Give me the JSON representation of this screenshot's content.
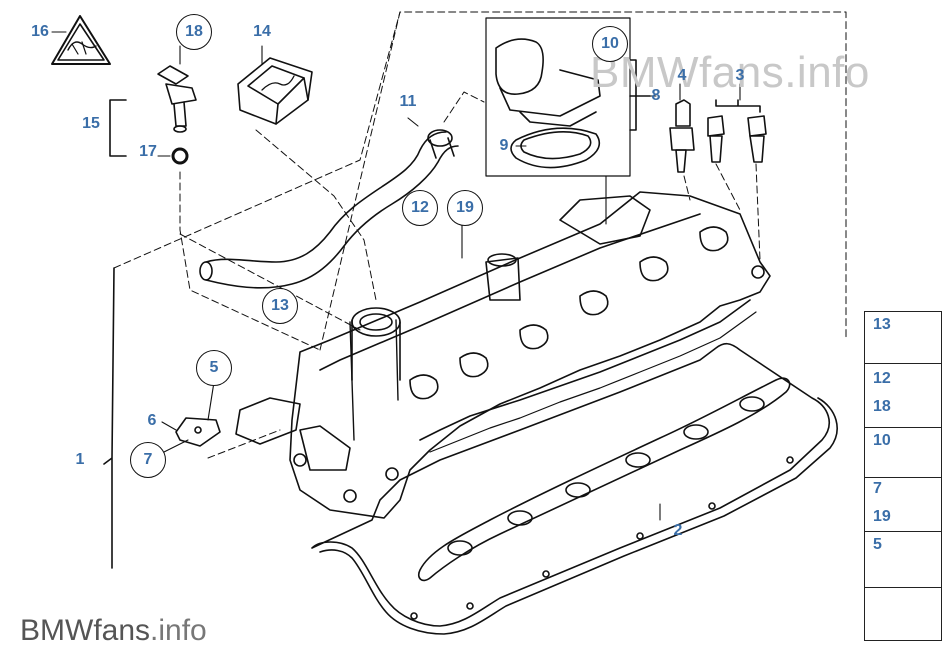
{
  "watermark": "BMWfans.info",
  "brand": {
    "main": "BMWfans",
    "ext": ".info"
  },
  "callouts": [
    {
      "id": "16",
      "label": "16",
      "circled": false
    },
    {
      "id": "18",
      "label": "18",
      "circled": true
    },
    {
      "id": "14",
      "label": "14",
      "circled": false
    },
    {
      "id": "15",
      "label": "15",
      "circled": false
    },
    {
      "id": "17",
      "label": "17",
      "circled": false
    },
    {
      "id": "11",
      "label": "11",
      "circled": false
    },
    {
      "id": "10",
      "label": "10",
      "circled": true
    },
    {
      "id": "4",
      "label": "4",
      "circled": false
    },
    {
      "id": "3",
      "label": "3",
      "circled": false
    },
    {
      "id": "8",
      "label": "8",
      "circled": false
    },
    {
      "id": "9",
      "label": "9",
      "circled": false
    },
    {
      "id": "12",
      "label": "12",
      "circled": true
    },
    {
      "id": "19",
      "label": "19",
      "circled": true
    },
    {
      "id": "13",
      "label": "13",
      "circled": true
    },
    {
      "id": "5",
      "label": "5",
      "circled": true
    },
    {
      "id": "6",
      "label": "6",
      "circled": false
    },
    {
      "id": "7",
      "label": "7",
      "circled": true
    },
    {
      "id": "1",
      "label": "1",
      "circled": false
    },
    {
      "id": "2",
      "label": "2",
      "circled": false
    }
  ],
  "legend_panel": {
    "cells": [
      {
        "labels": [
          "13"
        ]
      },
      {
        "labels": [
          "12",
          "18"
        ]
      },
      {
        "labels": [
          "10"
        ]
      },
      {
        "labels": [
          "7",
          "19"
        ]
      },
      {
        "labels": [
          "5"
        ]
      },
      {
        "labels": []
      }
    ]
  },
  "colors": {
    "callout": "#3a6ea8",
    "line": "#111111",
    "watermark": "#c8c8c8"
  }
}
